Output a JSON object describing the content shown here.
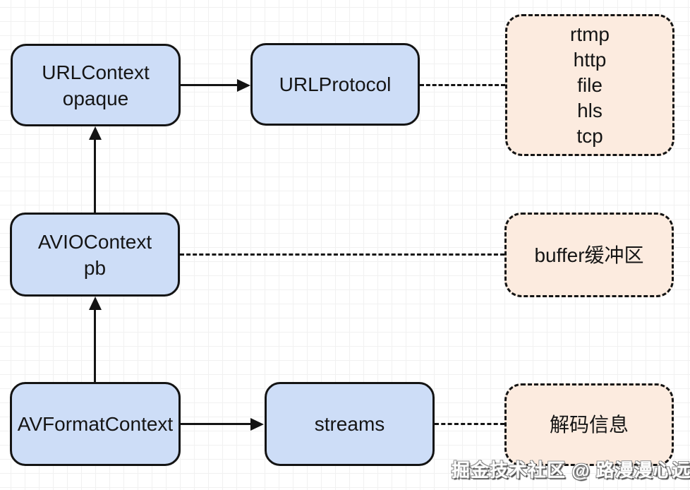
{
  "diagram": {
    "nodes": {
      "urlcontext": {
        "lines": [
          "URLContext",
          "opaque"
        ]
      },
      "urlprotocol": {
        "lines": [
          "URLProtocol"
        ]
      },
      "protocols": {
        "lines": [
          "rtmp",
          "http",
          "file",
          "hls",
          "tcp"
        ]
      },
      "aviocontext": {
        "lines": [
          "AVIOContext",
          "pb"
        ]
      },
      "buffer": {
        "lines": [
          "buffer缓冲区"
        ]
      },
      "avformatcontext": {
        "lines": [
          "AVFormatContext"
        ]
      },
      "streams": {
        "lines": [
          "streams"
        ]
      },
      "decode_info": {
        "lines": [
          "解码信息"
        ]
      }
    },
    "watermark": "掘金技术社区 @ 路漫漫心远",
    "colors": {
      "node_fill_blue": "#cdddf7",
      "node_fill_peach": "#fcebdf",
      "stroke": "#141414",
      "grid_minor": "#f1f1f1",
      "grid_major": "#d7d7d7",
      "watermark_text": "#ffffff"
    }
  }
}
